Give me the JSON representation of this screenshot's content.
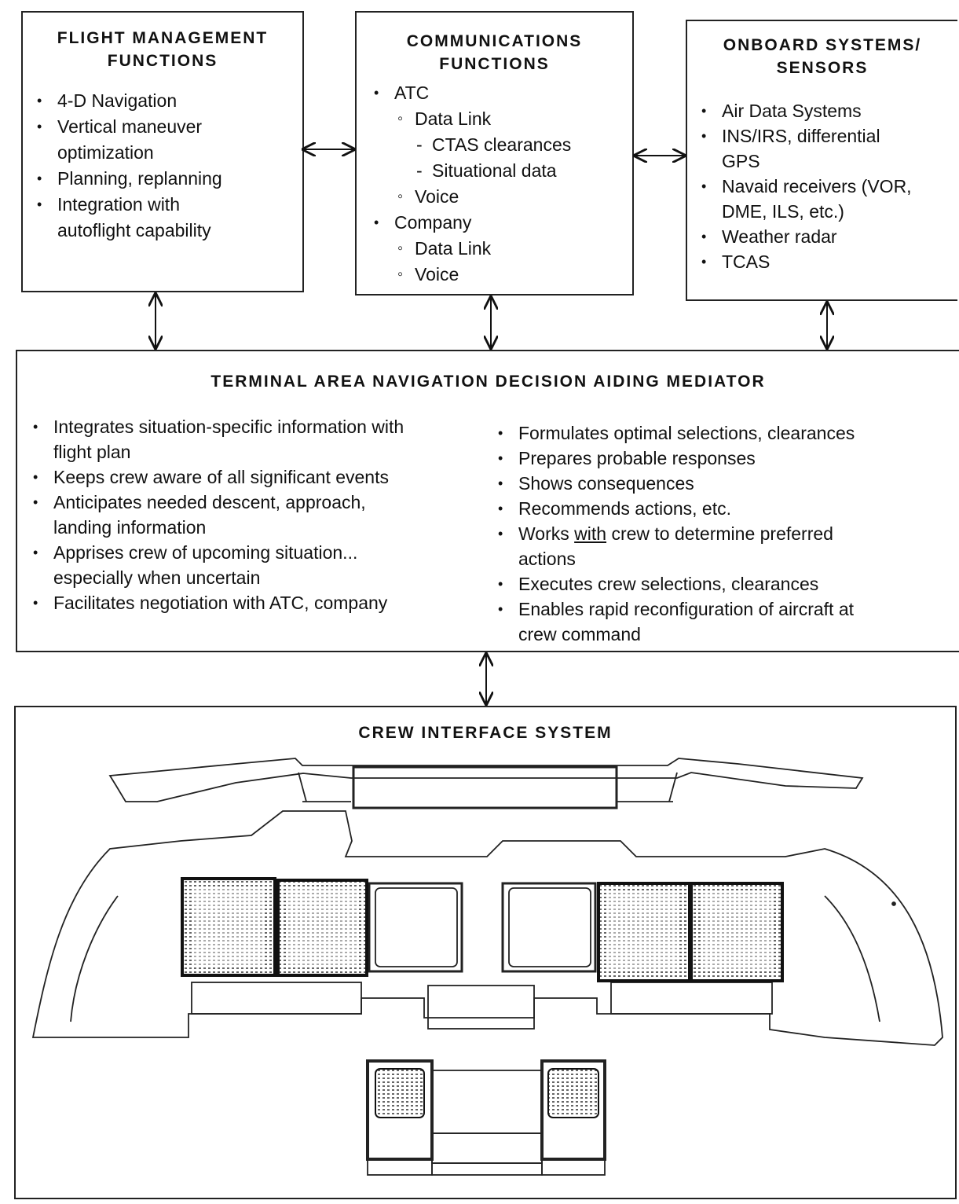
{
  "flight_management": {
    "title_line1": "FLIGHT MANAGEMENT",
    "title_line2": "FUNCTIONS",
    "items": [
      {
        "text": "4-D Navigation"
      },
      {
        "text": "Vertical maneuver"
      },
      {
        "text": "optimization"
      },
      {
        "text": "Planning, replanning"
      },
      {
        "text": "Integration with"
      },
      {
        "text": "autoflight capability"
      }
    ]
  },
  "communications": {
    "title_line1": "COMMUNICATIONS",
    "title_line2": "FUNCTIONS",
    "items": [
      {
        "text": "ATC"
      },
      {
        "text": "Data Link"
      },
      {
        "text": "CTAS clearances"
      },
      {
        "text": "Situational data"
      },
      {
        "text": "Voice"
      },
      {
        "text": "Company"
      },
      {
        "text": "Data Link"
      },
      {
        "text": "Voice"
      }
    ]
  },
  "onboard": {
    "title_line1": "ONBOARD SYSTEMS/",
    "title_line2": "SENSORS",
    "items": [
      {
        "text": "Air Data Systems"
      },
      {
        "text": "INS/IRS, differential"
      },
      {
        "text": "GPS"
      },
      {
        "text": "Navaid receivers (VOR,"
      },
      {
        "text": "DME, ILS, etc.)"
      },
      {
        "text": "Weather radar"
      },
      {
        "text": "TCAS"
      }
    ]
  },
  "mediator": {
    "title": "TERMINAL AREA NAVIGATION DECISION AIDING MEDIATOR",
    "left_items": [
      {
        "line1": "Integrates situation-specific information with",
        "line2": "flight plan"
      },
      {
        "line1": "Keeps crew aware of all significant events",
        "line2": ""
      },
      {
        "line1": "Anticipates needed descent, approach,",
        "line2": "landing information"
      },
      {
        "line1": "Apprises crew of upcoming situation...",
        "line2": "especially when uncertain"
      },
      {
        "line1": "Facilitates negotiation with ATC, company",
        "line2": ""
      }
    ],
    "right_items": [
      {
        "line1": "Formulates optimal selections, clearances",
        "line2": ""
      },
      {
        "line1": "Prepares probable responses",
        "line2": ""
      },
      {
        "line1": "Shows consequences",
        "line2": ""
      },
      {
        "line1": "Recommends actions, etc.",
        "line2": ""
      },
      {
        "line1": "Works",
        "underline": "with",
        "line1b": "crew to determine preferred",
        "line2": "actions"
      },
      {
        "line1": "Executes crew selections, clearances",
        "line2": ""
      },
      {
        "line1": "Enables rapid reconfiguration of aircraft at",
        "line2": "crew command"
      }
    ]
  },
  "crew_interface": {
    "title": "CREW INTERFACE SYSTEM"
  }
}
